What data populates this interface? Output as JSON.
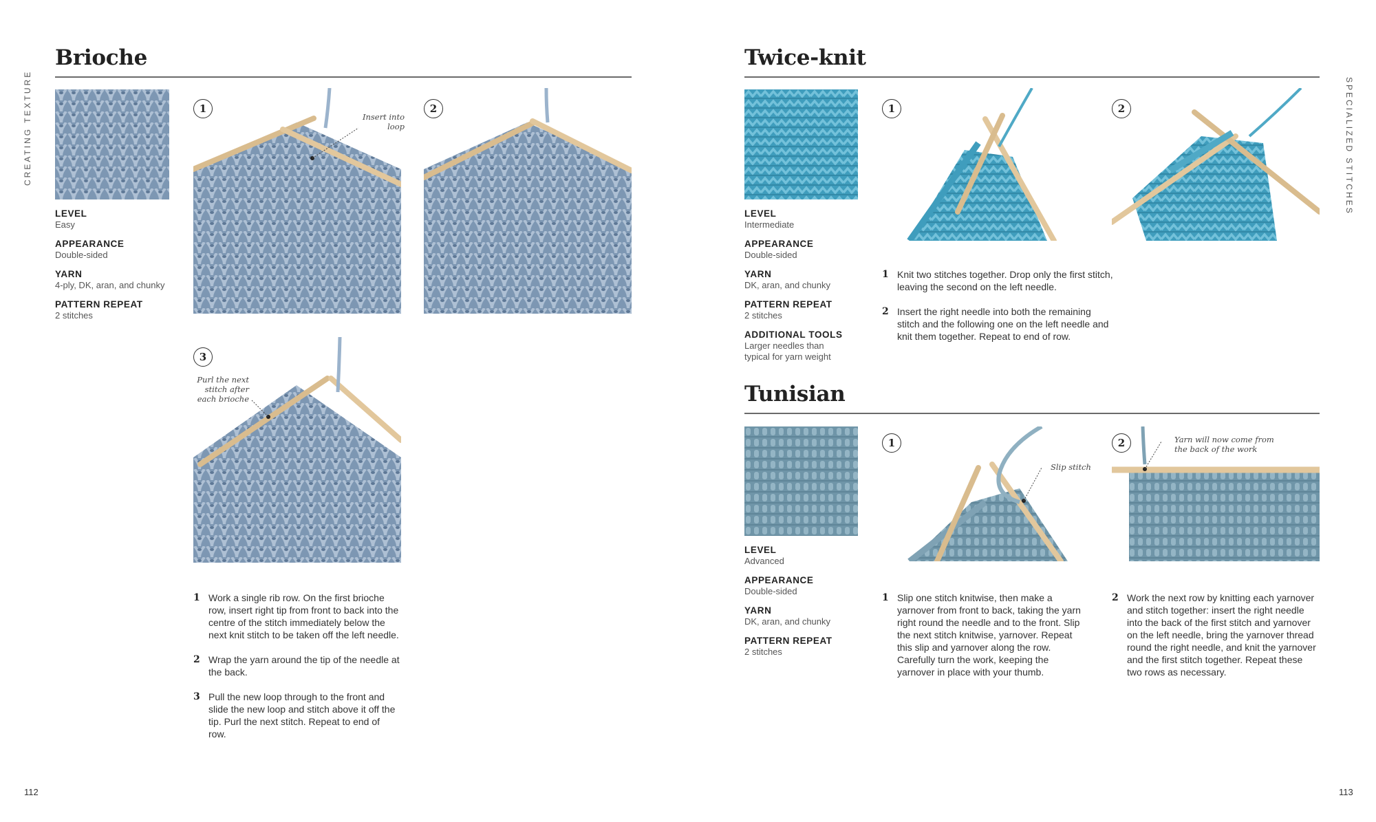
{
  "left_page": {
    "side_label": "CREATING TEXTURE",
    "page_number": "112",
    "section": {
      "title": "Brioche",
      "meta": [
        {
          "label": "LEVEL",
          "value": "Easy"
        },
        {
          "label": "APPEARANCE",
          "value": "Double-sided"
        },
        {
          "label": "YARN",
          "value": "4-ply, DK, aran, and chunky"
        },
        {
          "label": "PATTERN REPEAT",
          "value": "2 stitches"
        }
      ],
      "figures": [
        {
          "num": "1",
          "callout": "Insert into loop"
        },
        {
          "num": "2",
          "callout": ""
        },
        {
          "num": "3",
          "callout": "Purl the next stitch after each brioche"
        }
      ],
      "steps": [
        {
          "num": "1",
          "text": "Work a single rib row. On the first brioche row, insert right tip from front to back into the centre of the stitch immediately below the next knit stitch to be taken off the left needle."
        },
        {
          "num": "2",
          "text": "Wrap the yarn around the tip of the needle at the back."
        },
        {
          "num": "3",
          "text": "Pull the new loop through to the front and slide the new loop and stitch above it off the tip. Purl the next stitch. Repeat to end of row."
        }
      ]
    }
  },
  "right_page": {
    "side_label": "SPECIALIZED STITCHES",
    "page_number": "113",
    "twice_knit": {
      "title": "Twice-knit",
      "meta": [
        {
          "label": "LEVEL",
          "value": "Intermediate"
        },
        {
          "label": "APPEARANCE",
          "value": "Double-sided"
        },
        {
          "label": "YARN",
          "value": "DK, aran, and chunky"
        },
        {
          "label": "PATTERN REPEAT",
          "value": "2 stitches"
        },
        {
          "label": "ADDITIONAL TOOLS",
          "value": "Larger needles than typical for yarn weight"
        }
      ],
      "figures": [
        {
          "num": "1"
        },
        {
          "num": "2"
        }
      ],
      "steps": [
        {
          "num": "1",
          "text": "Knit two stitches together. Drop only the first stitch, leaving the second on the left needle."
        },
        {
          "num": "2",
          "text": "Insert the right needle into both the remaining stitch and the following one on the left needle and knit them together. Repeat to end of row."
        }
      ]
    },
    "tunisian": {
      "title": "Tunisian",
      "meta": [
        {
          "label": "LEVEL",
          "value": "Advanced"
        },
        {
          "label": "APPEARANCE",
          "value": "Double-sided"
        },
        {
          "label": "YARN",
          "value": "DK, aran, and chunky"
        },
        {
          "label": "PATTERN REPEAT",
          "value": "2 stitches"
        }
      ],
      "figures": [
        {
          "num": "1",
          "callout": "Slip stitch"
        },
        {
          "num": "2",
          "callout": "Yarn will now come from the back of the work"
        }
      ],
      "steps": [
        {
          "num": "1",
          "text": "Slip one stitch knitwise, then make a yarnover from front to back, taking the yarn right round the needle and to the front. Slip the next stitch knitwise, yarnover. Repeat this slip and yarnover along the row. Carefully turn the work, keeping the yarnover in place with your thumb."
        },
        {
          "num": "2",
          "text": "Work the next row by knitting each yarnover and stitch together: insert the right needle into the back of the first stitch and yarnover on the left needle, bring the yarnover thread round the right needle, and knit the yarnover and the first stitch together. Repeat these two rows as necessary."
        }
      ]
    }
  },
  "colors": {
    "brioche_yarn": "#8fa7c1",
    "twice_knit_yarn": "#4fa9c6",
    "tunisian_yarn": "#7fa2b4",
    "needle": "#e2c79c"
  }
}
